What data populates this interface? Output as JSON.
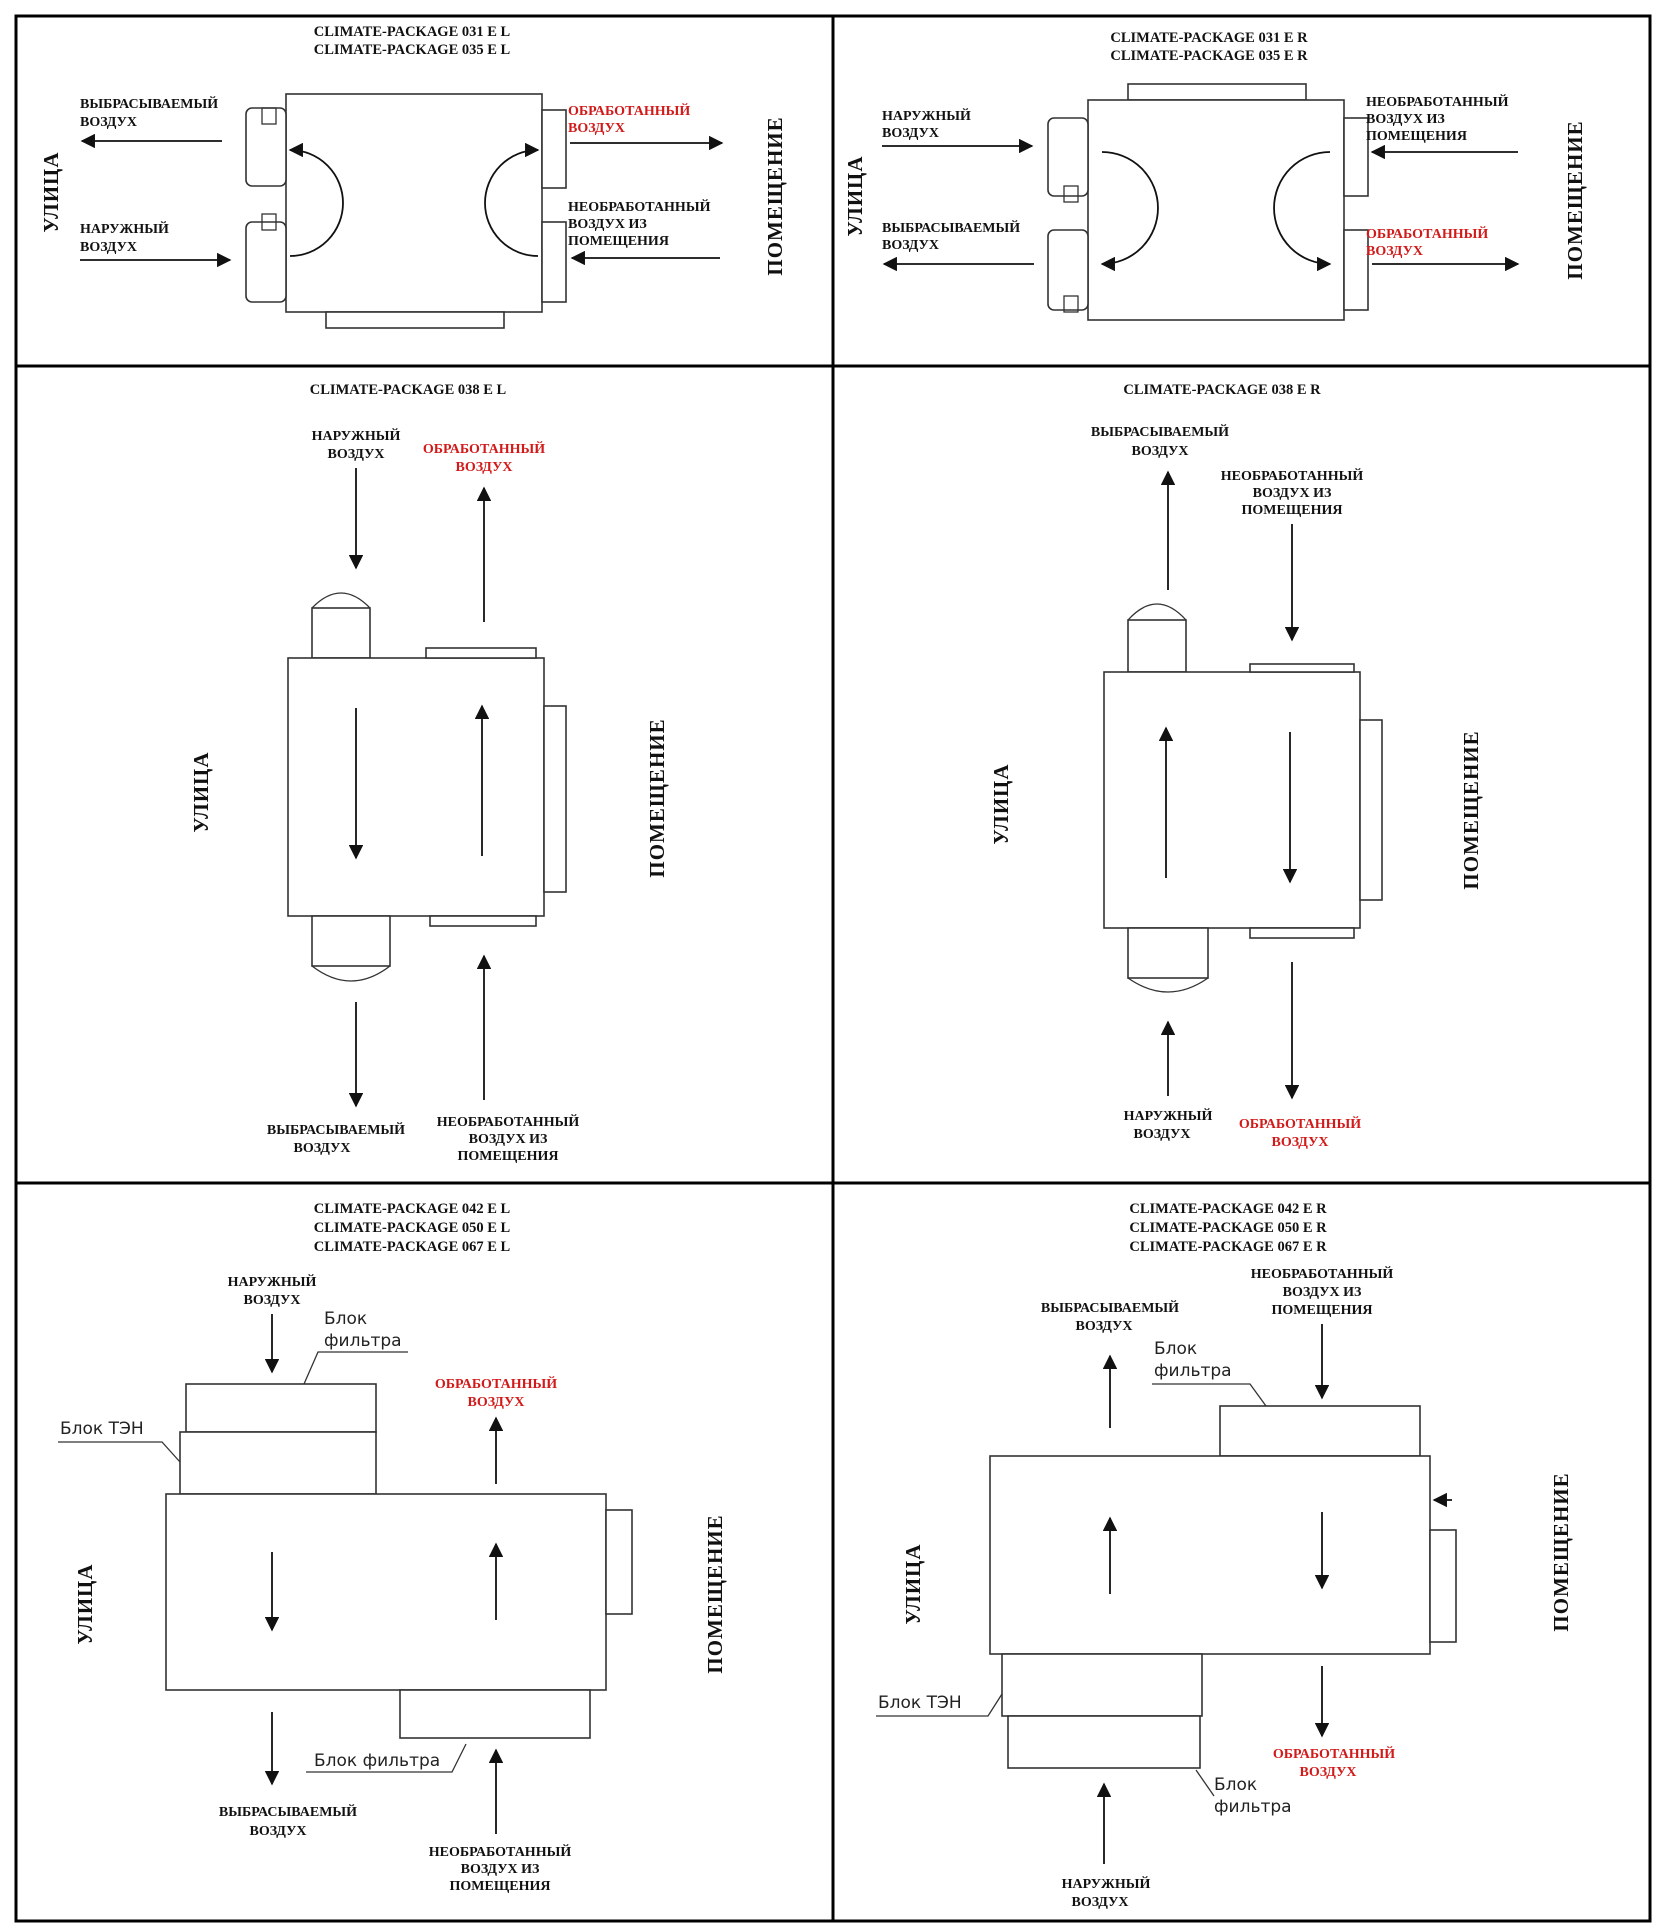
{
  "panels": [
    {
      "titles": [
        "CLIMATE-PACKAGE 031 E L",
        "CLIMATE-PACKAGE 035 E L"
      ],
      "labels": {
        "exhaust": [
          "ВЫБРАСЫВАЕМЫЙ",
          "ВОЗДУХ"
        ],
        "outdoor": [
          "НАРУЖНЫЙ",
          "ВОЗДУХ"
        ],
        "treated": [
          "ОБРАБОТАННЫЙ",
          "ВОЗДУХ"
        ],
        "untreated": [
          "НЕОБРАБОТАННЫЙ",
          "ВОЗДУХ ИЗ",
          "ПОМЕЩЕНИЯ"
        ]
      },
      "sides": {
        "street": "УЛИЦА",
        "room": "ПОМЕЩЕНИЕ"
      }
    },
    {
      "titles": [
        "CLIMATE-PACKAGE 031 E R",
        "CLIMATE-PACKAGE 035 E R"
      ],
      "labels": {
        "outdoor": [
          "НАРУЖНЫЙ",
          "ВОЗДУХ"
        ],
        "exhaust": [
          "ВЫБРАСЫВАЕМЫЙ",
          "ВОЗДУХ"
        ],
        "untreated": [
          "НЕОБРАБОТАННЫЙ",
          "ВОЗДУХ ИЗ",
          "ПОМЕЩЕНИЯ"
        ],
        "treated": [
          "ОБРАБОТАННЫЙ",
          "ВОЗДУХ"
        ]
      },
      "sides": {
        "street": "УЛИЦА",
        "room": "ПОМЕЩЕНИЕ"
      }
    },
    {
      "titles": [
        "CLIMATE-PACKAGE 038 E L"
      ],
      "labels": {
        "outdoor": [
          "НАРУЖНЫЙ",
          "ВОЗДУХ"
        ],
        "treated": [
          "ОБРАБОТАННЫЙ",
          "ВОЗДУХ"
        ],
        "exhaust": [
          "ВЫБРАСЫВАЕМЫЙ",
          "ВОЗДУХ"
        ],
        "untreated": [
          "НЕОБРАБОТАННЫЙ",
          "ВОЗДУХ ИЗ",
          "ПОМЕЩЕНИЯ"
        ]
      },
      "sides": {
        "street": "УЛИЦА",
        "room": "ПОМЕЩЕНИЕ"
      }
    },
    {
      "titles": [
        "CLIMATE-PACKAGE 038 E R"
      ],
      "labels": {
        "exhaust": [
          "ВЫБРАСЫВАЕМЫЙ",
          "ВОЗДУХ"
        ],
        "untreated": [
          "НЕОБРАБОТАННЫЙ",
          "ВОЗДУХ ИЗ",
          "ПОМЕЩЕНИЯ"
        ],
        "outdoor": [
          "НАРУЖНЫЙ",
          "ВОЗДУХ"
        ],
        "treated": [
          "ОБРАБОТАННЫЙ",
          "ВОЗДУХ"
        ]
      },
      "sides": {
        "street": "УЛИЦА",
        "room": "ПОМЕЩЕНИЕ"
      }
    },
    {
      "titles": [
        "CLIMATE-PACKAGE 042 E L",
        "CLIMATE-PACKAGE 050 E L",
        "CLIMATE-PACKAGE 067 E L"
      ],
      "labels": {
        "outdoor": [
          "НАРУЖНЫЙ",
          "ВОЗДУХ"
        ],
        "treated": [
          "ОБРАБОТАННЫЙ",
          "ВОЗДУХ"
        ],
        "exhaust": [
          "ВЫБРАСЫВАЕМЫЙ",
          "ВОЗДУХ"
        ],
        "untreated": [
          "НЕОБРАБОТАННЫЙ",
          "ВОЗДУХ ИЗ",
          "ПОМЕЩЕНИЯ"
        ]
      },
      "notes": {
        "filter_top": [
          "Блок",
          "фильтра"
        ],
        "heater": "Блок ТЭН",
        "filter_bottom": "Блок фильтра"
      },
      "sides": {
        "street": "УЛИЦА",
        "room": "ПОМЕЩЕНИЕ"
      }
    },
    {
      "titles": [
        "CLIMATE-PACKAGE 042 E R",
        "CLIMATE-PACKAGE 050 E R",
        "CLIMATE-PACKAGE 067 E R"
      ],
      "labels": {
        "untreated": [
          "НЕОБРАБОТАННЫЙ",
          "ВОЗДУХ ИЗ",
          "ПОМЕЩЕНИЯ"
        ],
        "exhaust": [
          "ВЫБРАСЫВАЕМЫЙ",
          "ВОЗДУХ"
        ],
        "treated": [
          "ОБРАБОТАННЫЙ",
          "ВОЗДУХ"
        ],
        "outdoor": [
          "НАРУЖНЫЙ",
          "ВОЗДУХ"
        ]
      },
      "notes": {
        "filter_top": [
          "Блок",
          "фильтра"
        ],
        "heater": "Блок ТЭН",
        "filter_bottom": [
          "Блок",
          "фильтра"
        ]
      },
      "sides": {
        "street": "УЛИЦА",
        "room": "ПОМЕЩЕНИЕ"
      }
    }
  ],
  "colors": {
    "treated_label": "#d11a1a",
    "text": "#111111",
    "frame": "#000000"
  }
}
